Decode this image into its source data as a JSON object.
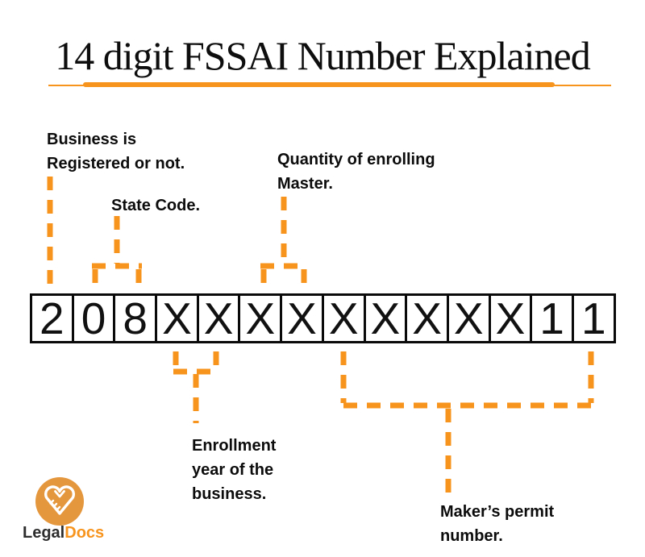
{
  "page": {
    "title": "14 digit FSSAI Number Explained"
  },
  "colors": {
    "accent": "#F7941E",
    "logo_circle": "#E5973E",
    "text": "#0c0c0c"
  },
  "fssai": {
    "digits": [
      "2",
      "0",
      "8",
      "X",
      "X",
      "X",
      "X",
      "X",
      "X",
      "X",
      "X",
      "X",
      "1",
      "1"
    ]
  },
  "annotations": {
    "registered": "Business is\nRegistered or not.",
    "state_code": "State Code.",
    "quantity": "Quantity of enrolling\nMaster.",
    "enrollment": "Enrollment\nyear of the\nbusiness.",
    "maker": "Maker’s permit\nnumber."
  },
  "logo": {
    "icon": "handshake-heart-icon",
    "brand_black": "Legal",
    "brand_orange": "Docs"
  }
}
